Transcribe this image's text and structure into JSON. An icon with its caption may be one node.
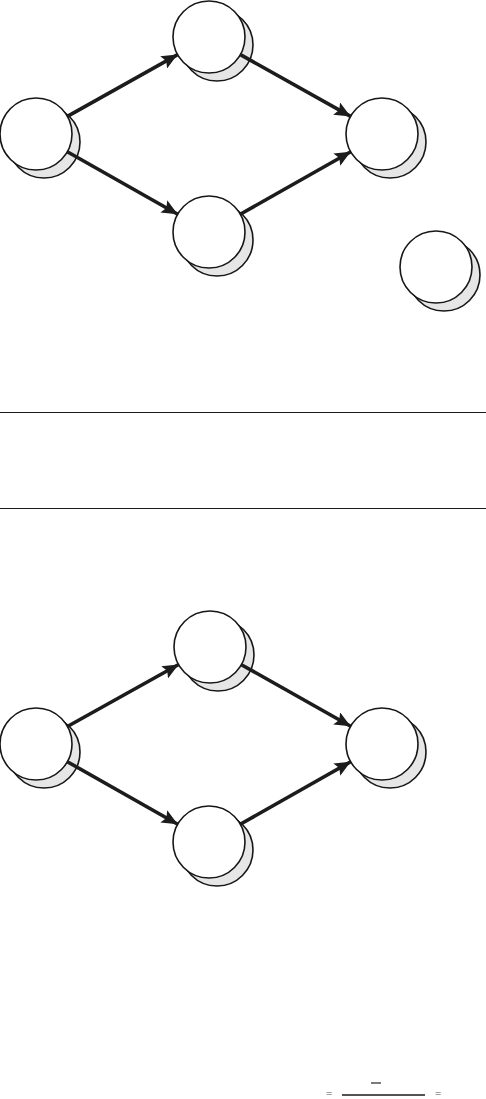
{
  "diagram": {
    "nodes": [
      {
        "text": [],
        "shape": "circle"
      },
      {
        "text": [],
        "shape": "circle"
      },
      {
        "text": [],
        "shape": "circle"
      },
      {
        "text": [],
        "shape": "circle"
      },
      {
        "text": [],
        "shape": "circle"
      },
      {
        "text": [],
        "shape": "circle"
      },
      {
        "text": [],
        "shape": "circle"
      },
      {
        "text": [],
        "shape": "circle"
      },
      {
        "text": [],
        "shape": "circle"
      }
    ],
    "edges": [
      {
        "from": 0,
        "to": 1,
        "arrow": "to"
      },
      {
        "from": 0,
        "to": 2,
        "arrow": "to"
      },
      {
        "from": 1,
        "to": 3,
        "arrow": "to"
      },
      {
        "from": 2,
        "to": 3,
        "arrow": "to"
      },
      {
        "from": 5,
        "to": 6,
        "arrow": "to"
      },
      {
        "from": 5,
        "to": 7,
        "arrow": "to"
      },
      {
        "from": 6,
        "to": 8,
        "arrow": "to"
      },
      {
        "from": 7,
        "to": 8,
        "arrow": "to"
      }
    ],
    "labels": [
      "=",
      "="
    ]
  }
}
